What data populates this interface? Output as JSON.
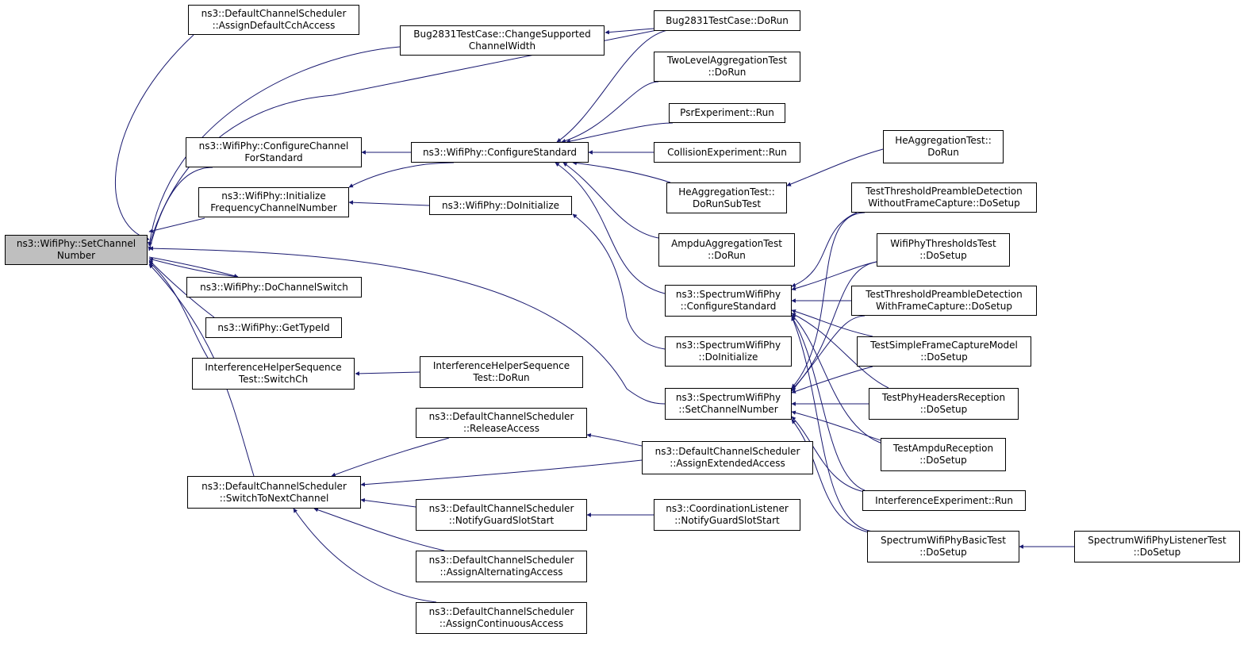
{
  "graph": {
    "edge_color": "#191970",
    "current_fill": "#bfbfbf",
    "nodes": [
      {
        "id": "root",
        "lines": [
          "ns3::WifiPhy::SetChannel",
          "Number"
        ]
      },
      {
        "id": "assignDefault",
        "lines": [
          "ns3::DefaultChannelScheduler",
          "::AssignDefaultCchAccess"
        ]
      },
      {
        "id": "changeWidth",
        "lines": [
          "Bug2831TestCase::ChangeSupported",
          "ChannelWidth"
        ]
      },
      {
        "id": "bugDoRun",
        "lines": [
          "Bug2831TestCase::DoRun"
        ]
      },
      {
        "id": "twoLevel",
        "lines": [
          "TwoLevelAggregationTest",
          "::DoRun"
        ]
      },
      {
        "id": "psr",
        "lines": [
          "PsrExperiment::Run"
        ]
      },
      {
        "id": "configChannel",
        "lines": [
          "ns3::WifiPhy::ConfigureChannel",
          "ForStandard"
        ]
      },
      {
        "id": "configStd",
        "lines": [
          "ns3::WifiPhy::ConfigureStandard"
        ]
      },
      {
        "id": "collision",
        "lines": [
          "CollisionExperiment::Run"
        ]
      },
      {
        "id": "heAggDoRun",
        "lines": [
          "HeAggregationTest::",
          "DoRun"
        ]
      },
      {
        "id": "initFreq",
        "lines": [
          "ns3::WifiPhy::Initialize",
          "FrequencyChannelNumber"
        ]
      },
      {
        "id": "doInit",
        "lines": [
          "ns3::WifiPhy::DoInitialize"
        ]
      },
      {
        "id": "heAggSub",
        "lines": [
          "HeAggregationTest::",
          "DoRunSubTest"
        ]
      },
      {
        "id": "thWithout",
        "lines": [
          "TestThresholdPreambleDetection",
          "WithoutFrameCapture::DoSetup"
        ]
      },
      {
        "id": "ampduAgg",
        "lines": [
          "AmpduAggregationTest",
          "::DoRun"
        ]
      },
      {
        "id": "thresholds",
        "lines": [
          "WifiPhyThresholdsTest",
          "::DoSetup"
        ]
      },
      {
        "id": "doSwitch",
        "lines": [
          "ns3::WifiPhy::DoChannelSwitch"
        ]
      },
      {
        "id": "specConfig",
        "lines": [
          "ns3::SpectrumWifiPhy",
          "::ConfigureStandard"
        ]
      },
      {
        "id": "thWith",
        "lines": [
          "TestThresholdPreambleDetection",
          "WithFrameCapture::DoSetup"
        ]
      },
      {
        "id": "getTypeId",
        "lines": [
          "ns3::WifiPhy::GetTypeId"
        ]
      },
      {
        "id": "specDoInit",
        "lines": [
          "ns3::SpectrumWifiPhy",
          "::DoInitialize"
        ]
      },
      {
        "id": "simpleCapture",
        "lines": [
          "TestSimpleFrameCaptureModel",
          "::DoSetup"
        ]
      },
      {
        "id": "ihsSwitch",
        "lines": [
          "InterferenceHelperSequence",
          "Test::SwitchCh"
        ]
      },
      {
        "id": "ihsDoRun",
        "lines": [
          "InterferenceHelperSequence",
          "Test::DoRun"
        ]
      },
      {
        "id": "specSetCh",
        "lines": [
          "ns3::SpectrumWifiPhy",
          "::SetChannelNumber"
        ]
      },
      {
        "id": "phyHeaders",
        "lines": [
          "TestPhyHeadersReception",
          "::DoSetup"
        ]
      },
      {
        "id": "release",
        "lines": [
          "ns3::DefaultChannelScheduler",
          "::ReleaseAccess"
        ]
      },
      {
        "id": "ampduRecep",
        "lines": [
          "TestAmpduReception",
          "::DoSetup"
        ]
      },
      {
        "id": "extended",
        "lines": [
          "ns3::DefaultChannelScheduler",
          "::AssignExtendedAccess"
        ]
      },
      {
        "id": "switchNext",
        "lines": [
          "ns3::DefaultChannelScheduler",
          "::SwitchToNextChannel"
        ]
      },
      {
        "id": "interfExp",
        "lines": [
          "InterferenceExperiment::Run"
        ]
      },
      {
        "id": "notifyGuard",
        "lines": [
          "ns3::DefaultChannelScheduler",
          "::NotifyGuardSlotStart"
        ]
      },
      {
        "id": "coordGuard",
        "lines": [
          "ns3::CoordinationListener",
          "::NotifyGuardSlotStart"
        ]
      },
      {
        "id": "specBasic",
        "lines": [
          "SpectrumWifiPhyBasicTest",
          "::DoSetup"
        ]
      },
      {
        "id": "specListener",
        "lines": [
          "SpectrumWifiPhyListenerTest",
          "::DoSetup"
        ]
      },
      {
        "id": "alternating",
        "lines": [
          "ns3::DefaultChannelScheduler",
          "::AssignAlternatingAccess"
        ]
      },
      {
        "id": "continuous",
        "lines": [
          "ns3::DefaultChannelScheduler",
          "::AssignContinuousAccess"
        ]
      }
    ]
  }
}
